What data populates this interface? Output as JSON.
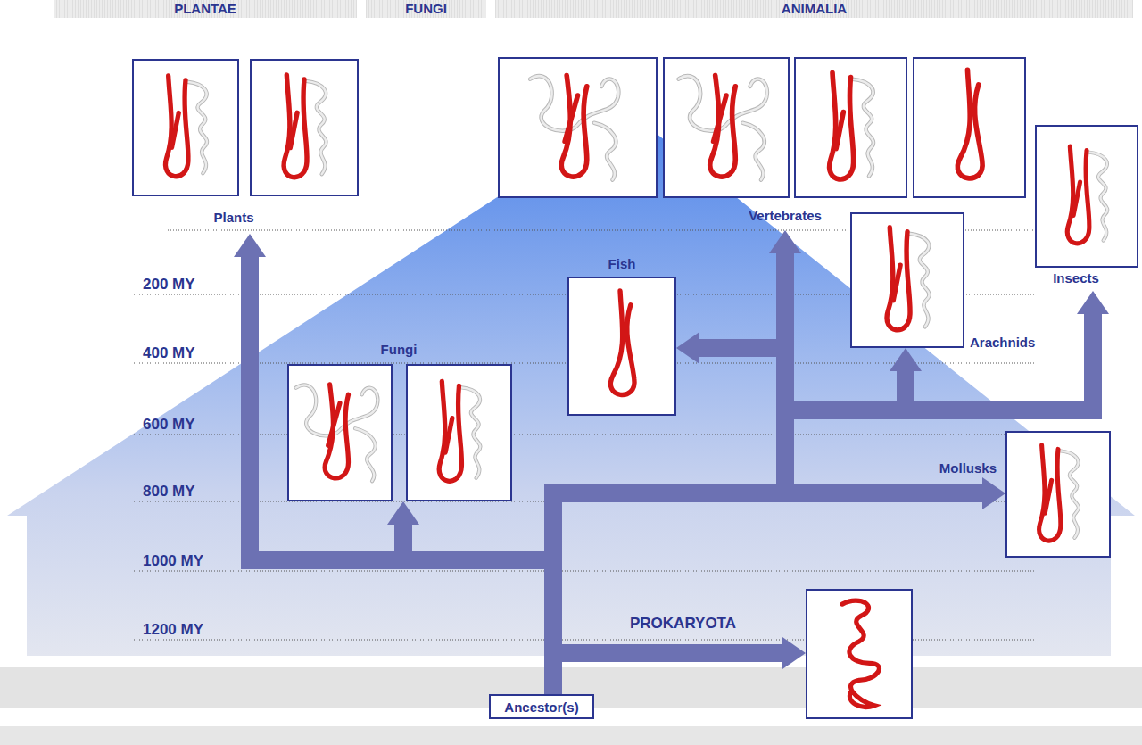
{
  "diagram": {
    "nodes": [
      {
        "text": [
          "PLANTAE"
        ]
      },
      {
        "text": [
          "FUNGI"
        ]
      },
      {
        "text": [
          "ANIMALIA"
        ]
      },
      {
        "text": [
          "Plants"
        ]
      },
      {
        "text": [
          "Vertebrates"
        ]
      },
      {
        "text": [
          "Insects"
        ]
      },
      {
        "text": [
          "Fish"
        ]
      },
      {
        "text": [
          "Arachnids"
        ]
      },
      {
        "text": [
          "Fungi"
        ]
      },
      {
        "text": [
          "Mollusks"
        ]
      },
      {
        "text": [
          "PROKARYOTA"
        ]
      },
      {
        "text": [
          "Ancestor(s)"
        ]
      }
    ],
    "edges": [
      {
        "from": 11,
        "to": 10,
        "arrow": "to"
      },
      {
        "from": 11,
        "to": 3,
        "arrow": "to"
      },
      {
        "from": 11,
        "to": 8,
        "arrow": "to"
      },
      {
        "from": 11,
        "to": 4,
        "arrow": "to"
      },
      {
        "from": 11,
        "to": 6,
        "arrow": "to"
      },
      {
        "from": 11,
        "to": 7,
        "arrow": "to"
      },
      {
        "from": 11,
        "to": 5,
        "arrow": "to"
      },
      {
        "from": 11,
        "to": 9,
        "arrow": "to"
      }
    ],
    "labels": [
      "200 MY",
      "400 MY",
      "600 MY",
      "800 MY",
      "1000 MY",
      "1200 MY"
    ]
  }
}
